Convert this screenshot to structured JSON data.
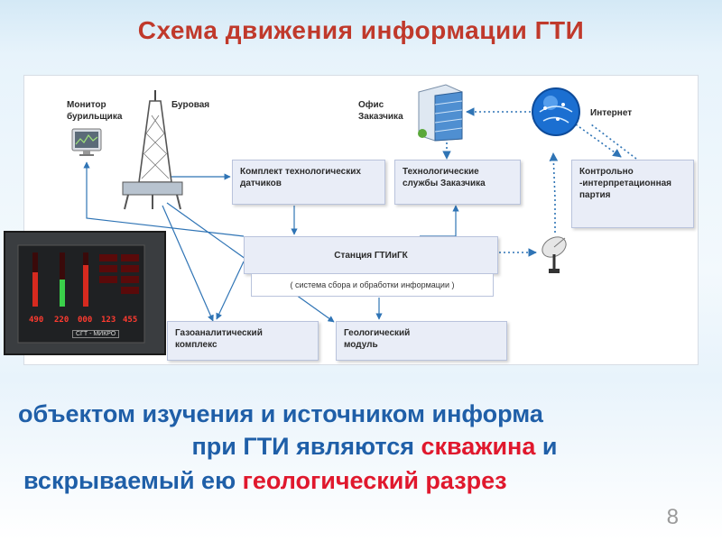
{
  "title": "Схема движения информации ГТИ",
  "diagram": {
    "monitor_label": "Монитор\nбурильщика",
    "rig_label": "Буровая",
    "office_label": "Офис\nЗаказчика",
    "internet_label": "Интернет",
    "sensors_box": "Комплект технологических\nдатчиков",
    "services_box": "Технологические\nслужбы Заказчика",
    "party_box": "Контрольно\n-интерпретационная\nпартия",
    "station_box": "Станция ГТИиГК",
    "station_sub": "( система сбора и обработки информации )",
    "gas_box": "Газоаналитический\nкомплекс",
    "geo_box": "Геологический\nмодуль",
    "photo_readouts": [
      "490",
      "220",
      "000",
      "123",
      "455"
    ],
    "photo_brand": "СГТ - МИКРО"
  },
  "bottom": {
    "line1": "объектом изучения и источником информа",
    "line2_a": "при ГТИ являются ",
    "line2_red": "скважина",
    "line2_b": " и",
    "line3_a": "вскрываемый ею ",
    "line3_red": "геологический разрез"
  },
  "page_number": "8",
  "colors": {
    "title": "#c0392b",
    "body_text": "#1f5fa8",
    "highlight": "#e0182d",
    "link": "#2f74b5"
  }
}
